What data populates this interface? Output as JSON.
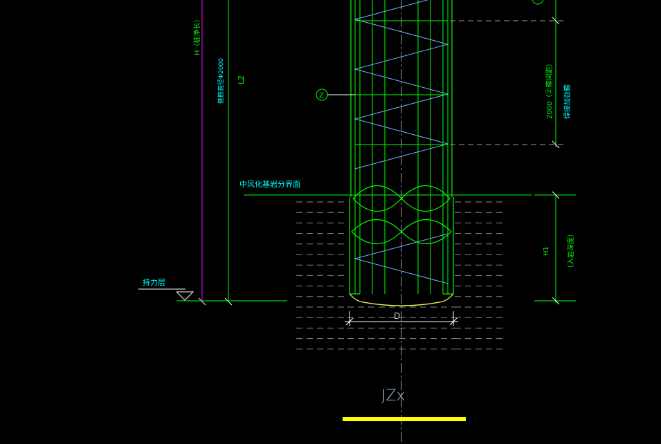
{
  "drawing": {
    "title": "JZx",
    "colors": {
      "background": "#000000",
      "green": "#00ff00",
      "cyan": "#00ffff",
      "white": "#ffffff",
      "gray": "#9a9a9a",
      "magenta": "#ff00ff",
      "yellow": "#ffff00",
      "blue_rebar": "#6fb3ff"
    },
    "labels": {
      "pile_length": "H（桩净长）",
      "l2": "L2",
      "stiffener_ring": "箍筋直径Φ2000",
      "interface": "中风化基岩分界面",
      "bearing_layer": "持力层",
      "spacing_dim": "2000（Ⓩ箍间距）",
      "spacing_note": "焊接加劲箍",
      "h1": "H1",
      "h1_note": "（入岩深度）",
      "diameter": "D",
      "marker_letter": "Z"
    }
  }
}
